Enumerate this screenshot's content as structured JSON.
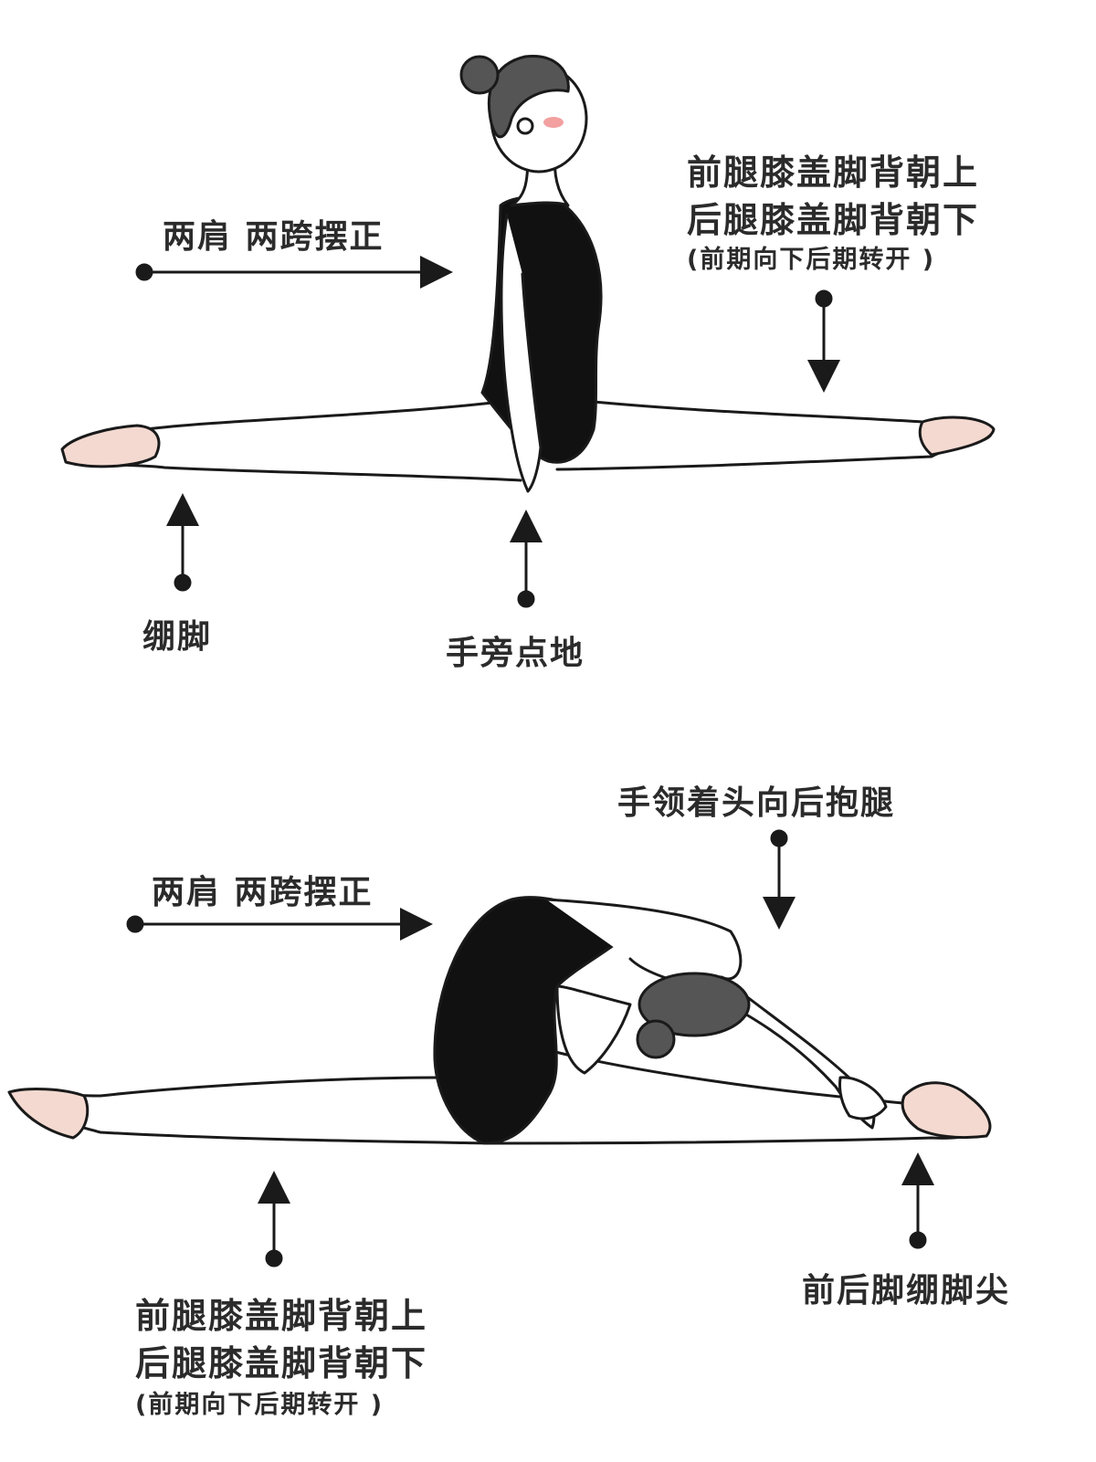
{
  "top": {
    "shoulders_hips": "两肩 两跨摆正",
    "knee_note_1": "前腿膝盖脚背朝上",
    "knee_note_2": "后腿膝盖脚背朝下",
    "knee_note_3": "(前期向下后期转开 )",
    "pointed_foot": "绷脚",
    "hands_floor": "手旁点地"
  },
  "bottom": {
    "hands_head": "手领着头向后抱腿",
    "shoulders_hips": "两肩 两跨摆正",
    "knee_note_1": "前腿膝盖脚背朝上",
    "knee_note_2": "后腿膝盖脚背朝下",
    "knee_note_3": "(前期向下后期转开 )",
    "toes_pointed": "前后脚绷脚尖"
  },
  "colors": {
    "ink": "#1a1a1a",
    "leotard": "#111111",
    "skin": "#ffffff",
    "shoe": "#f3d9d0",
    "blush": "#f2a0a0",
    "hair": "#555555"
  }
}
